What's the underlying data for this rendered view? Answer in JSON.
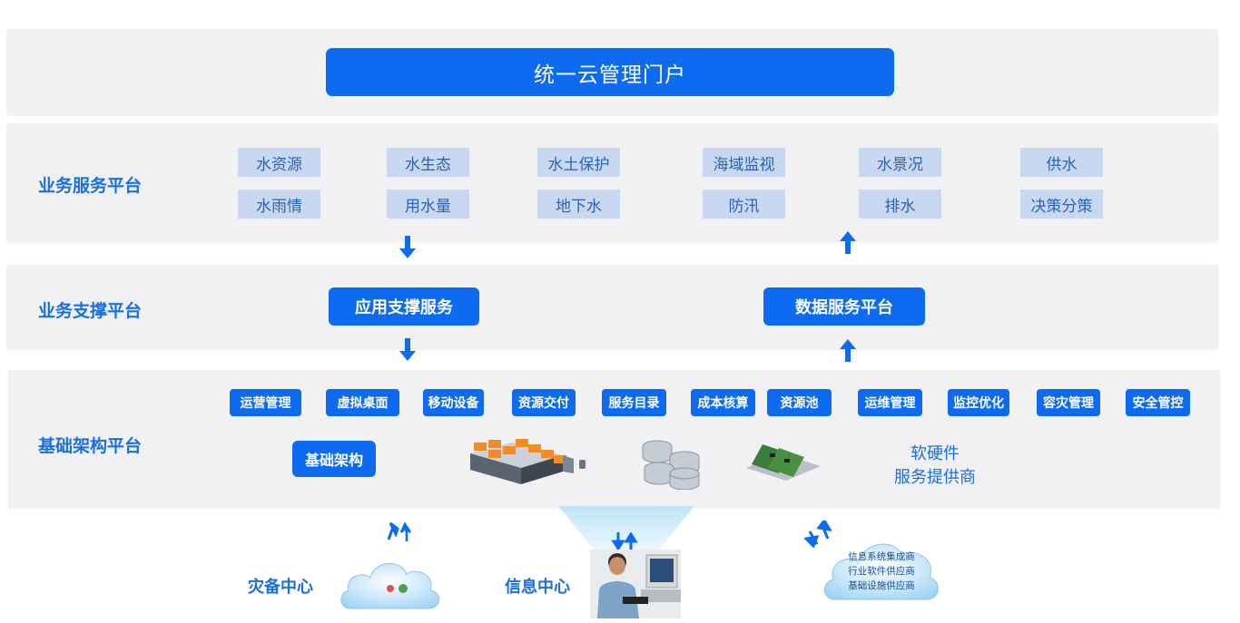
{
  "portal": {
    "label": "统一云管理门户"
  },
  "business_service": {
    "label": "业务服务平台",
    "items": [
      "水资源",
      "水生态",
      "水土保护",
      "海域监视",
      "水景况",
      "供水",
      "水雨情",
      "用水量",
      "地下水",
      "防汛",
      "排水",
      "决策分策"
    ]
  },
  "business_support": {
    "label": "业务支撑平台",
    "app_service": "应用支撑服务",
    "data_service": "数据服务平台"
  },
  "infrastructure": {
    "label": "基础架构平台",
    "tags": [
      "运营管理",
      "虚拟桌面",
      "移动设备",
      "资源交付",
      "服务目录",
      "成本核算",
      "资源池",
      "运维管理",
      "监控优化",
      "容灾管理",
      "安全管控"
    ],
    "base": "基础架构",
    "provider_line1": "软硬件",
    "provider_line2": "服务提供商"
  },
  "bottom": {
    "disaster": "灾备中心",
    "info_center": "信息中心",
    "cloud_lines": [
      "信息系统集成商",
      "行业软件供应商",
      "基础设施供应商"
    ]
  },
  "colors": {
    "accent": "#0c6bf0",
    "band": "#f1f1f3",
    "chip": "#c7d8f0",
    "label": "#1a6fe0"
  }
}
